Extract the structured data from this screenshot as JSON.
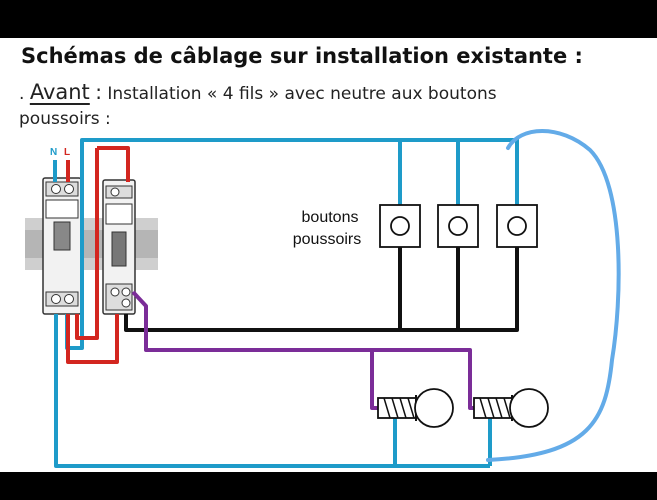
{
  "header": {
    "title": "Schémas de câblage sur installation existante :",
    "subtitle_prefix": ".",
    "subtitle_keyword": "Avant",
    "subtitle_sep": ":",
    "subtitle_text": "Installation « 4 fils » avec neutre aux boutons poussoirs :"
  },
  "diagram": {
    "terminal_n": "N",
    "terminal_l": "L",
    "pushbutton_label_line1": "boutons",
    "pushbutton_label_line2": "poussoirs",
    "colors": {
      "neutral": "#1e9bc9",
      "phase": "#d3261f",
      "return": "#7b2d98",
      "control": "#111111",
      "hand_drawn": "#63abe8"
    }
  }
}
